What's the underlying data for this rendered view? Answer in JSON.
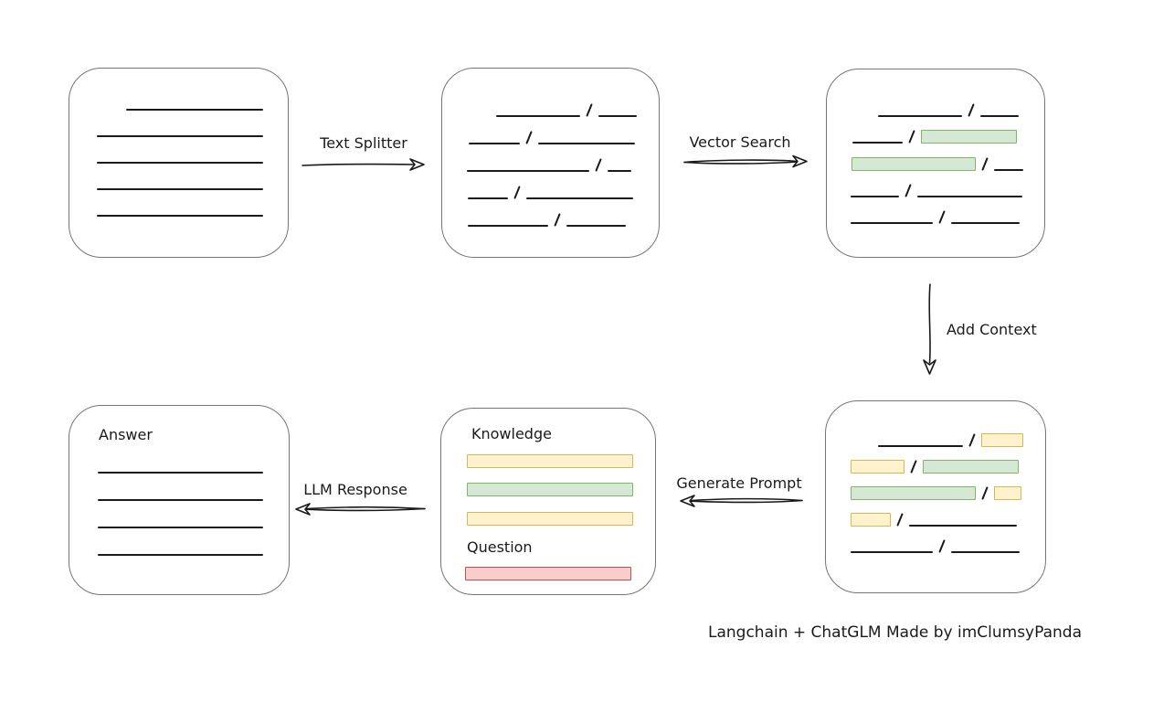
{
  "caption": "Langchain + ChatGLM Made by imClumsyPanda",
  "colors": {
    "green_fill": "#d5e8d4",
    "green_border": "#82b366",
    "yellow_fill": "#fff2cc",
    "yellow_border": "#d6b656",
    "red_fill": "#f8cecc",
    "red_border": "#b85450",
    "line": "#1a1a1a",
    "box_border": "#757575"
  },
  "arrows": [
    {
      "id": "text-splitter",
      "label": "Text Splitter",
      "direction": "right"
    },
    {
      "id": "vector-search",
      "label": "Vector Search",
      "direction": "right"
    },
    {
      "id": "add-context",
      "label": "Add Context",
      "direction": "down"
    },
    {
      "id": "generate-prompt",
      "label": "Generate Prompt",
      "direction": "left"
    },
    {
      "id": "llm-response",
      "label": "LLM Response",
      "direction": "left"
    }
  ],
  "boxes": {
    "document": {
      "rows": [
        {
          "mt": 30,
          "indent": 62,
          "segs": [
            {
              "type": "line",
              "w": 150
            }
          ]
        },
        {
          "mt": 13,
          "indent": 30,
          "segs": [
            {
              "type": "line",
              "w": 182
            }
          ]
        },
        {
          "mt": 13,
          "indent": 30,
          "segs": [
            {
              "type": "line",
              "w": 182
            }
          ]
        },
        {
          "mt": 13,
          "indent": 30,
          "segs": [
            {
              "type": "line",
              "w": 182
            }
          ]
        },
        {
          "mt": 13,
          "indent": 30,
          "segs": [
            {
              "type": "line",
              "w": 182
            }
          ]
        }
      ]
    },
    "chunks": {
      "rows": [
        {
          "mt": 37,
          "indent": 59,
          "segs": [
            {
              "type": "line",
              "w": 92
            },
            {
              "type": "slash"
            },
            {
              "type": "line",
              "w": 42
            }
          ]
        },
        {
          "mt": 14,
          "indent": 29,
          "segs": [
            {
              "type": "line",
              "w": 56
            },
            {
              "type": "slash"
            },
            {
              "type": "line",
              "w": 106
            }
          ]
        },
        {
          "mt": 14,
          "indent": 27,
          "segs": [
            {
              "type": "line",
              "w": 134
            },
            {
              "type": "slash"
            },
            {
              "type": "line",
              "w": 26
            }
          ]
        },
        {
          "mt": 14,
          "indent": 28,
          "segs": [
            {
              "type": "line",
              "w": 44
            },
            {
              "type": "slash"
            },
            {
              "type": "line",
              "w": 117
            }
          ]
        },
        {
          "mt": 14,
          "indent": 28,
          "segs": [
            {
              "type": "line",
              "w": 88
            },
            {
              "type": "slash"
            },
            {
              "type": "line",
              "w": 65
            }
          ]
        }
      ]
    },
    "search_results": {
      "rows": [
        {
          "mt": 36,
          "indent": 56,
          "segs": [
            {
              "type": "line",
              "w": 92
            },
            {
              "type": "slash"
            },
            {
              "type": "line",
              "w": 42
            }
          ]
        },
        {
          "mt": 13,
          "indent": 28,
          "segs": [
            {
              "type": "line",
              "w": 55
            },
            {
              "type": "slash"
            },
            {
              "type": "rect",
              "color": "green",
              "w": 103
            }
          ]
        },
        {
          "mt": 14,
          "indent": 27,
          "segs": [
            {
              "type": "rect",
              "color": "green",
              "w": 134
            },
            {
              "type": "slash"
            },
            {
              "type": "line",
              "w": 32
            }
          ]
        },
        {
          "mt": 13,
          "indent": 26,
          "segs": [
            {
              "type": "line",
              "w": 53
            },
            {
              "type": "slash"
            },
            {
              "type": "line",
              "w": 115
            }
          ]
        },
        {
          "mt": 13,
          "indent": 26,
          "segs": [
            {
              "type": "line",
              "w": 90
            },
            {
              "type": "slash"
            },
            {
              "type": "line",
              "w": 75
            }
          ]
        }
      ]
    },
    "context_chunks": {
      "rows": [
        {
          "mt": 34,
          "indent": 57,
          "segs": [
            {
              "type": "line",
              "w": 93
            },
            {
              "type": "slash"
            },
            {
              "type": "rect",
              "color": "yellow",
              "w": 44
            }
          ]
        },
        {
          "mt": 13,
          "indent": 27,
          "segs": [
            {
              "type": "rect",
              "color": "yellow",
              "w": 57
            },
            {
              "type": "slash"
            },
            {
              "type": "rect",
              "color": "green",
              "w": 103
            }
          ]
        },
        {
          "mt": 13,
          "indent": 27,
          "segs": [
            {
              "type": "rect",
              "color": "green",
              "w": 135
            },
            {
              "type": "slash"
            },
            {
              "type": "rect",
              "color": "yellow",
              "w": 28
            }
          ]
        },
        {
          "mt": 13,
          "indent": 27,
          "segs": [
            {
              "type": "rect",
              "color": "yellow",
              "w": 42
            },
            {
              "type": "slash"
            },
            {
              "type": "line",
              "w": 118
            }
          ]
        },
        {
          "mt": 13,
          "indent": 27,
          "segs": [
            {
              "type": "line",
              "w": 90
            },
            {
              "type": "slash"
            },
            {
              "type": "line",
              "w": 75
            }
          ]
        }
      ]
    },
    "prompt": {
      "rows": [
        {
          "mt": 18,
          "indent": 33,
          "segs": [
            {
              "type": "text",
              "text": "Knowledge"
            }
          ]
        },
        {
          "mt": 11,
          "indent": 28,
          "segs": [
            {
              "type": "rect",
              "color": "yellow",
              "w": 180
            }
          ]
        },
        {
          "mt": 15,
          "indent": 28,
          "segs": [
            {
              "type": "rect",
              "color": "green",
              "w": 180
            }
          ]
        },
        {
          "mt": 16,
          "indent": 28,
          "segs": [
            {
              "type": "rect",
              "color": "yellow",
              "w": 180
            }
          ]
        },
        {
          "mt": 14,
          "indent": 28,
          "segs": [
            {
              "type": "text",
              "text": "Question"
            }
          ]
        },
        {
          "mt": 10,
          "indent": 26,
          "segs": [
            {
              "type": "rect",
              "color": "red",
              "w": 180
            }
          ]
        }
      ]
    },
    "answer": {
      "rows": [
        {
          "mt": 22,
          "indent": 32,
          "segs": [
            {
              "type": "text",
              "text": "Answer"
            }
          ]
        },
        {
          "mt": 16,
          "indent": 31,
          "segs": [
            {
              "type": "line",
              "w": 181
            }
          ]
        },
        {
          "mt": 14,
          "indent": 31,
          "segs": [
            {
              "type": "line",
              "w": 181
            }
          ]
        },
        {
          "mt": 14,
          "indent": 31,
          "segs": [
            {
              "type": "line",
              "w": 181
            }
          ]
        },
        {
          "mt": 14,
          "indent": 31,
          "segs": [
            {
              "type": "line",
              "w": 181
            }
          ]
        }
      ]
    }
  }
}
